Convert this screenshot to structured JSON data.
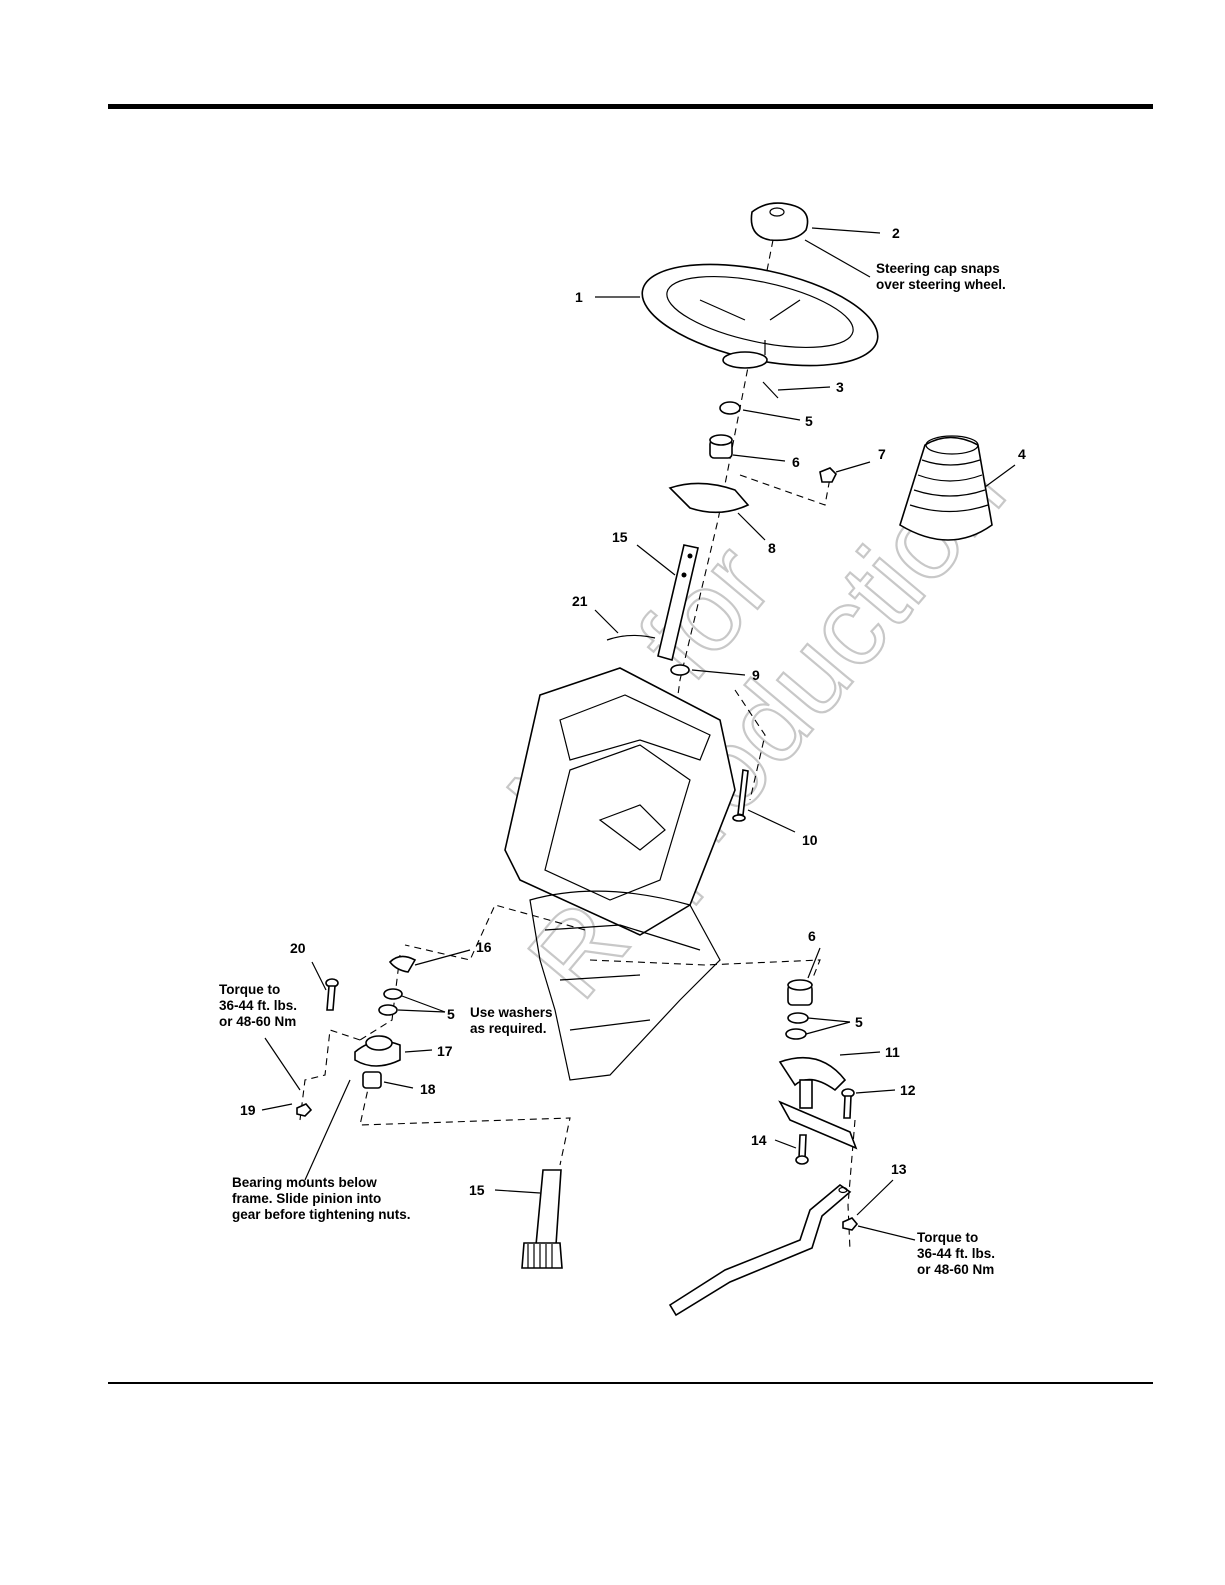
{
  "callouts": {
    "c1": "1",
    "c2": "2",
    "c3": "3",
    "c4": "4",
    "c5a": "5",
    "c5b": "5",
    "c5c": "5",
    "c6a": "6",
    "c6b": "6",
    "c7": "7",
    "c8": "8",
    "c9": "9",
    "c10": "10",
    "c11": "11",
    "c12": "12",
    "c13": "13",
    "c14": "14",
    "c15a": "15",
    "c15b": "15",
    "c16": "16",
    "c17": "17",
    "c18": "18",
    "c19": "19",
    "c20": "20",
    "c21": "21"
  },
  "notes": {
    "steering_cap": [
      "Steering cap snaps",
      "over steering wheel."
    ],
    "torque_left": [
      "Torque to",
      "36-44 ft. lbs.",
      "or 48-60 Nm"
    ],
    "washers": [
      "Use washers",
      "as required."
    ],
    "bearing": [
      "Bearing mounts below",
      "frame.  Slide pinion into",
      "gear before tightening nuts."
    ],
    "torque_right": [
      "Torque to",
      "36-44 ft. lbs.",
      "or 48-60 Nm"
    ]
  },
  "watermark": [
    "Not for",
    "Reproduction"
  ]
}
